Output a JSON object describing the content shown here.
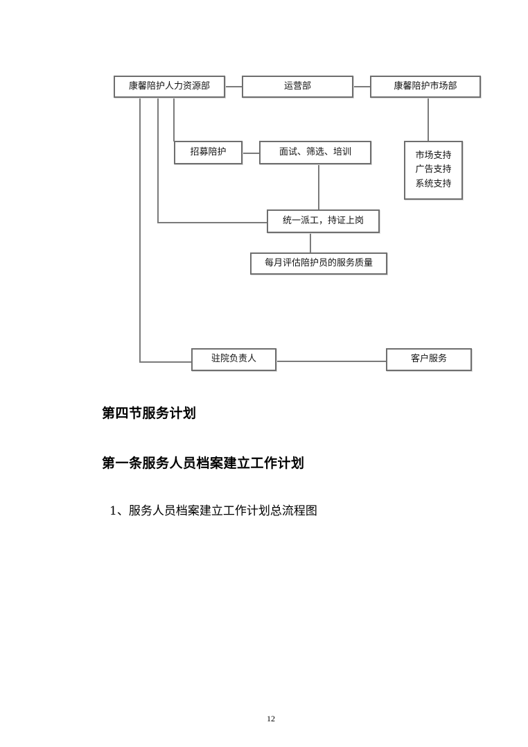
{
  "diagram": {
    "nodes": {
      "hr_dept": "康馨陪护人力资源部",
      "operations_dept": "运营部",
      "market_dept": "康馨陪护市场部",
      "recruit": "招募陪护",
      "interview": "面试、筛选、培训",
      "market_support": [
        "市场支持",
        "广告支持",
        "系统支持"
      ],
      "dispatch": "统一派工，持证上岗",
      "monthly_eval": "每月评估陪护员的服务质量",
      "onsite_manager": "驻院负责人",
      "customer_service": "客户服务"
    }
  },
  "document": {
    "section_title": "第四节服务计划",
    "article_title": "第一条服务人员档案建立工作计划",
    "item_1": "1、服务人员档案建立工作计划总流程图",
    "page_number": "12"
  }
}
